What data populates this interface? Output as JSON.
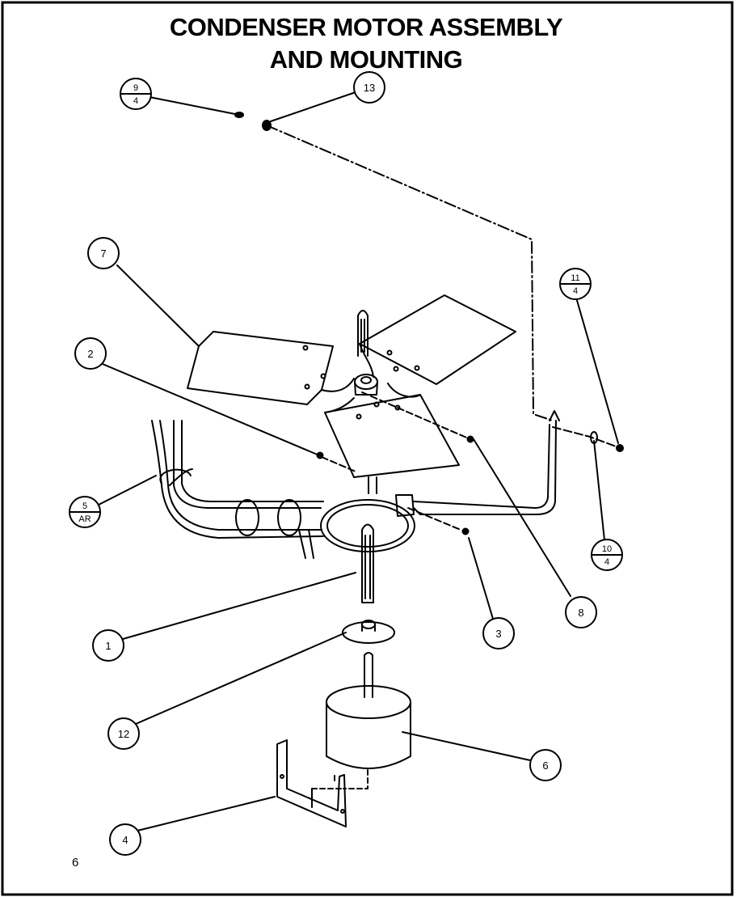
{
  "title_line1": "CONDENSER MOTOR ASSEMBLY",
  "title_line2": "AND MOUNTING",
  "page_number": "6",
  "callouts": [
    {
      "id": "c13",
      "label": "13"
    },
    {
      "id": "c7",
      "label": "7"
    },
    {
      "id": "c2",
      "label": "2"
    },
    {
      "id": "c1",
      "label": "1"
    },
    {
      "id": "c12",
      "label": "12"
    },
    {
      "id": "c4",
      "label": "4"
    },
    {
      "id": "c3",
      "label": "3"
    },
    {
      "id": "c8",
      "label": "8"
    },
    {
      "id": "c6",
      "label": "6"
    }
  ],
  "fraction_callouts": [
    {
      "id": "f9",
      "top": "9",
      "bottom": "4"
    },
    {
      "id": "f11",
      "top": "11",
      "bottom": "4"
    },
    {
      "id": "f5",
      "top": "5",
      "bottom": "AR"
    },
    {
      "id": "f10",
      "top": "10",
      "bottom": "4"
    }
  ]
}
